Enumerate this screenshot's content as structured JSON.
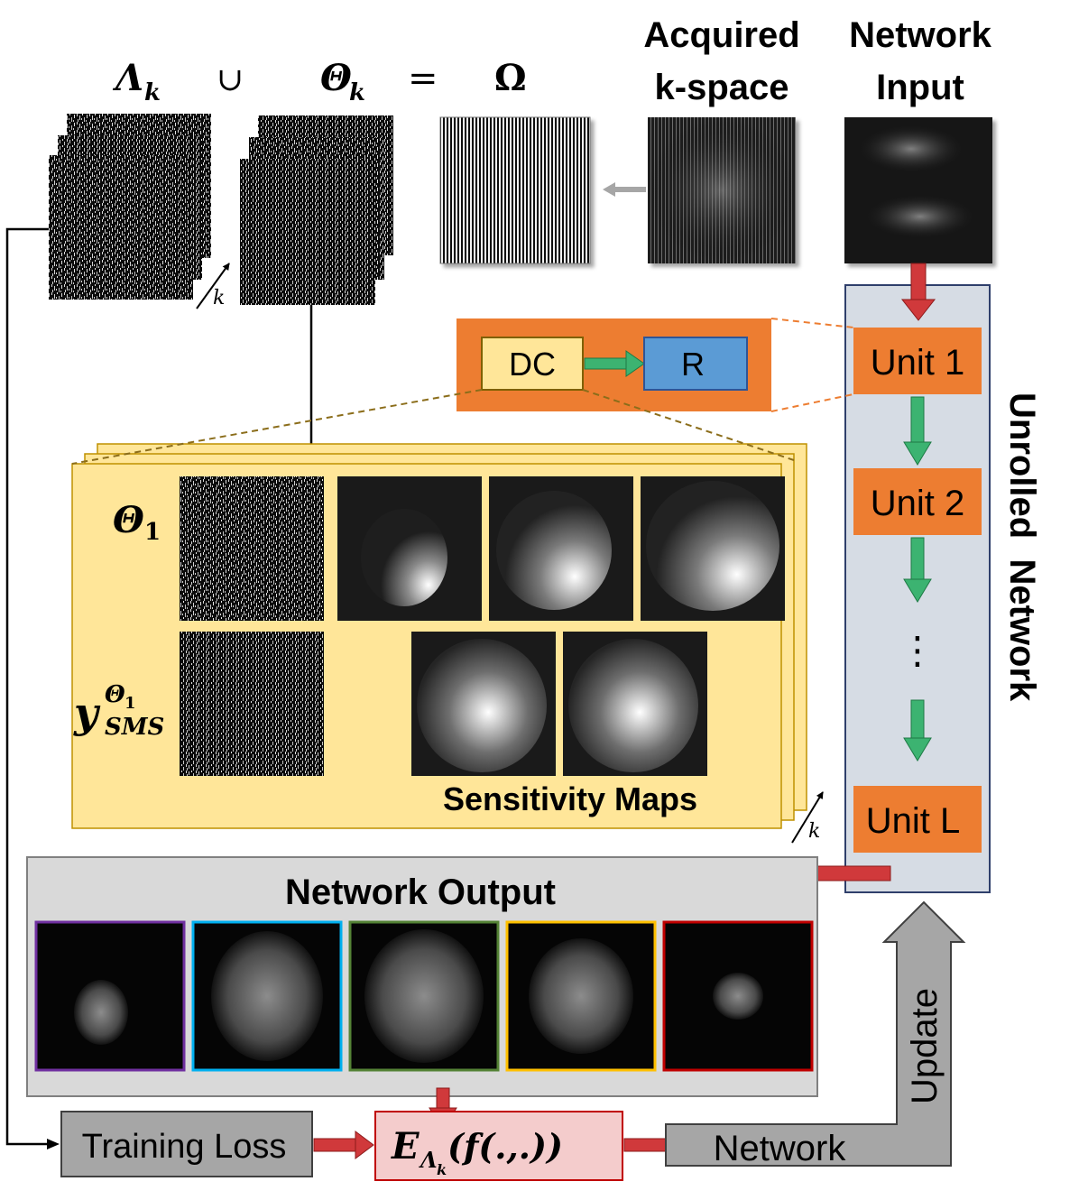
{
  "header": {
    "equation": {
      "lambda": "Λ",
      "lambda_sub": "k",
      "union": "∪",
      "theta": "Θ",
      "theta_sub": "k",
      "equals": "=",
      "omega": "Ω"
    },
    "acquired_kspace": [
      "Acquired",
      "k-space"
    ],
    "network_input": [
      "Network",
      "Input"
    ],
    "k_axis": "k"
  },
  "dc_block": {
    "dc": "DC",
    "r": "R"
  },
  "unrolled": {
    "units": [
      "Unit 1",
      "Unit 2",
      "⋮",
      "Unit L"
    ],
    "label": "Unrolled  Network"
  },
  "sensitivity_panel": {
    "theta_label": "Θ",
    "theta_sub": "1",
    "y_label": "y",
    "y_sup": "Θ",
    "y_sup_sub": "1",
    "y_sub": "SMS",
    "caption": "Sensitivity Maps",
    "k_axis": "k"
  },
  "output": {
    "title": "Network Output",
    "frame_colors": [
      "#7030a0",
      "#00b0f0",
      "#548235",
      "#ffc000",
      "#c00000"
    ]
  },
  "loss_row": {
    "training_loss": "Training Loss",
    "expectation": {
      "E": "E",
      "sub": "Λ",
      "sub_sub": "k",
      "arg": "(f(.,.))"
    },
    "network": "Network",
    "update": "Update"
  },
  "colors": {
    "orange": "#ed7d31",
    "dc_fill": "#ffe699",
    "r_fill": "#5b9bd5",
    "panel_fill": "#ffe699",
    "unroll_fill": "#d6dce4",
    "unroll_border": "#2f3f6b",
    "output_fill": "#d9d9d9",
    "green_arrow": "#3cb371",
    "red_arrow": "#d0393b",
    "gray_box": "#a6a6a6",
    "loss_fill": "#f4cccc"
  }
}
